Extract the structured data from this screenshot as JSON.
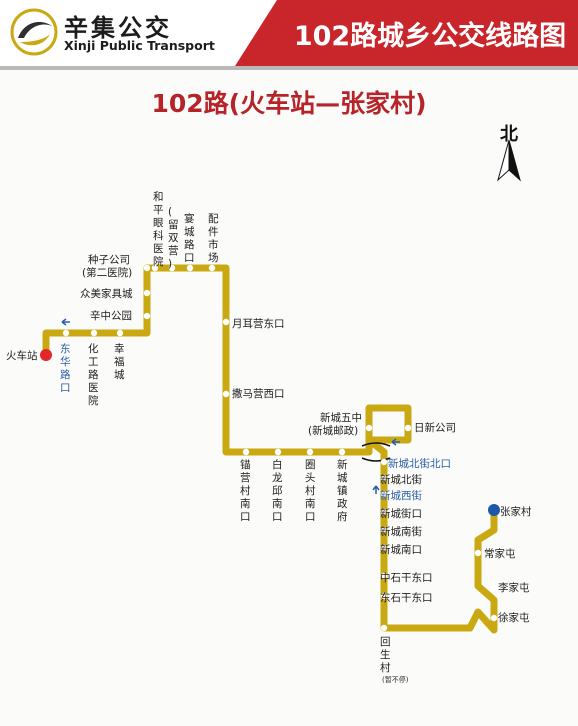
{
  "header": {
    "brand_cn": "辛集公交",
    "brand_en": "Xinji Public Transport",
    "title": "102路城乡公交线路图"
  },
  "route_title": "102路(火车站—张家村)",
  "north": "北",
  "colors": {
    "route": "#c9a812",
    "accent_red": "#c8262b",
    "terminal_start": "#e2262b",
    "terminal_end": "#1f57a8",
    "stop_fill": "#ffffff",
    "blue_text": "#2a5ea8"
  },
  "stops": [
    {
      "name": "火车站",
      "terminal": "start"
    },
    {
      "name": "东华路口",
      "note": "one-way",
      "color": "blue"
    },
    {
      "name": "化工路医院"
    },
    {
      "name": "幸福城"
    },
    {
      "name": "辛中公园"
    },
    {
      "name": "众美家具城"
    },
    {
      "name": "种子公司(第二医院)"
    },
    {
      "name": "和平眼科医院"
    },
    {
      "name": "(留双营)"
    },
    {
      "name": "宴城路口"
    },
    {
      "name": "配件市场"
    },
    {
      "name": "月耳营东口"
    },
    {
      "name": "撒马营西口"
    },
    {
      "name": "锚营村南口"
    },
    {
      "name": "白龙邱南口"
    },
    {
      "name": "圈头村南口"
    },
    {
      "name": "新城镇政府"
    },
    {
      "name": "新城五中(新城邮政)"
    },
    {
      "name": "日新公司"
    },
    {
      "name": "新城北街北口",
      "note": "one-way",
      "color": "blue"
    },
    {
      "name": "新城北街"
    },
    {
      "name": "新城西街",
      "note": "one-way",
      "color": "blue"
    },
    {
      "name": "新城街口"
    },
    {
      "name": "新城南街"
    },
    {
      "name": "新城南口"
    },
    {
      "name": "中石干东口"
    },
    {
      "name": "东石干东口"
    },
    {
      "name": "回生村",
      "small": "(暂不停)"
    },
    {
      "name": "徐家屯"
    },
    {
      "name": "李家屯"
    },
    {
      "name": "常家屯"
    },
    {
      "name": "张家村",
      "terminal": "end"
    }
  ]
}
